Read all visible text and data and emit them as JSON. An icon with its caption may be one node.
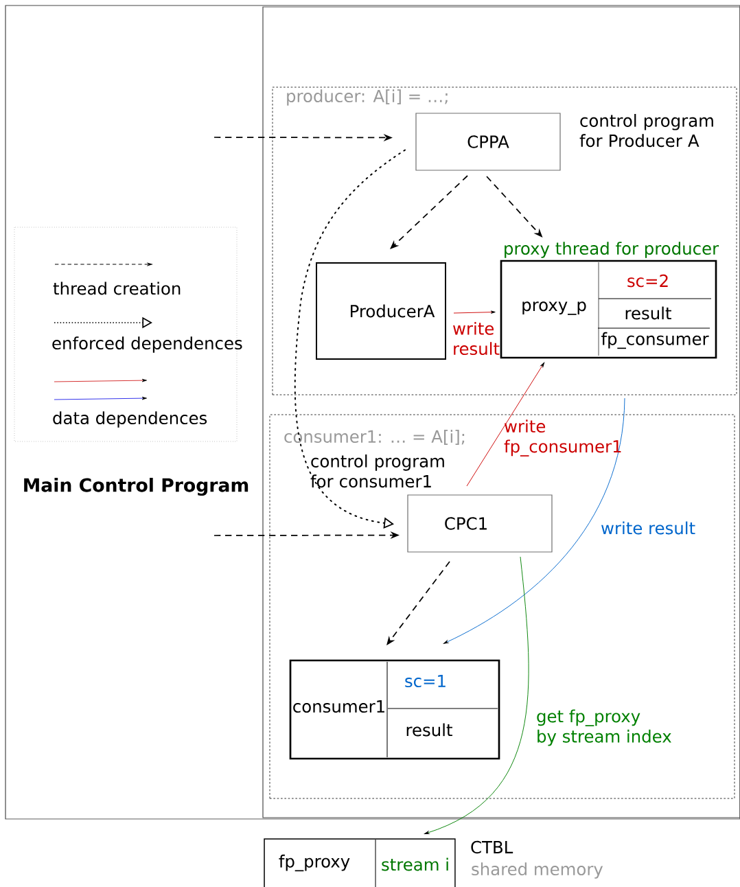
{
  "diagram": {
    "nodes": [
      {
        "text": [
          "Main Control Program"
        ]
      },
      {
        "text": [],
        "shape": "box",
        "in": 0
      },
      {
        "text": [
          "producer: A[i] = …;"
        ],
        "in": 1
      },
      {
        "text": [
          "CPPA"
        ],
        "beside": [
          "control program for Producer A"
        ],
        "in": 2
      },
      {
        "text": [
          "ProducerA"
        ],
        "in": 2
      },
      {
        "text": [
          "proxy thread for producer",
          "proxy_p",
          "sc=2",
          "result",
          "fp_consumer"
        ],
        "in": 2
      },
      {
        "text": [
          "consumer1: … = A[i];"
        ],
        "in": 1
      },
      {
        "text": [
          "CPC1"
        ],
        "beside": [
          "control program for consumer1"
        ],
        "in": 6
      },
      {
        "text": [
          "consumer1",
          "sc=1",
          "result"
        ],
        "in": 6
      },
      {
        "text": [
          "fp_proxy",
          "stream i"
        ],
        "beside": [
          "CTBL",
          "shared memory"
        ]
      }
    ],
    "edges": [
      {
        "from": null,
        "to": 3,
        "arrow": "to",
        "style": "dashed"
      },
      {
        "from": null,
        "to": 7,
        "arrow": "to",
        "style": "dashed"
      },
      {
        "from": 3,
        "to": 4,
        "arrow": "to",
        "style": "dashed"
      },
      {
        "from": 3,
        "to": 5,
        "arrow": "to",
        "style": "dashed"
      },
      {
        "from": 3,
        "to": 7,
        "arrow": "to",
        "style": "dashed"
      },
      {
        "from": 4,
        "to": 5,
        "arrow": "to",
        "label": "write result",
        "color": "#cc0000"
      },
      {
        "from": 7,
        "to": 5,
        "arrow": "to",
        "label": "write fp_consumer1",
        "color": "#cc0000"
      },
      {
        "from": 5,
        "to": 8,
        "arrow": "to",
        "label": "write result",
        "color": "#0066cc"
      },
      {
        "from": 7,
        "to": 9,
        "arrow": "to",
        "label": "get fp_proxy by stream index",
        "color": "#008000"
      },
      {
        "from": 7,
        "to": 8,
        "arrow": "to",
        "style": "dashed"
      }
    ],
    "legend": [
      {
        "text": "thread creation"
      },
      {
        "text": "enforced dependences"
      },
      {
        "text": "data dependences"
      }
    ]
  }
}
